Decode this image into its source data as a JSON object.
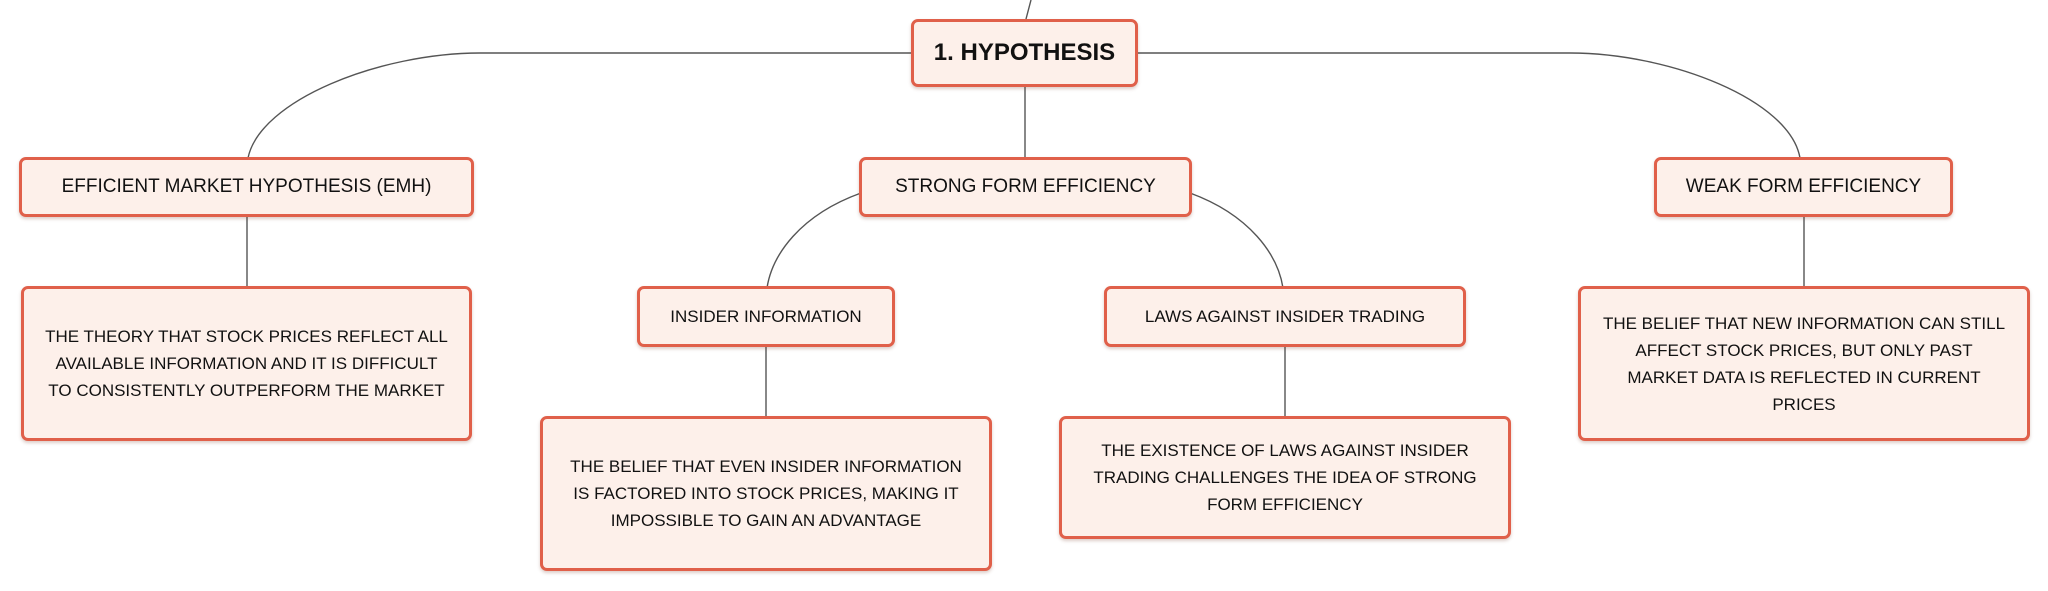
{
  "colors": {
    "node_border": "#e0604a",
    "node_fill": "#fdf0ea",
    "connector": "#555555",
    "text": "#111111"
  },
  "root": {
    "label": "1. HYPOTHESIS"
  },
  "branches": {
    "emh": {
      "label": "EFFICIENT MARKET HYPOTHESIS (EMH)",
      "detail": "THE THEORY THAT STOCK PRICES REFLECT ALL AVAILABLE INFORMATION AND IT IS DIFFICULT TO CONSISTENTLY OUTPERFORM THE MARKET"
    },
    "strong": {
      "label": "STRONG FORM EFFICIENCY",
      "children": {
        "insider": {
          "label": "INSIDER INFORMATION",
          "detail": "THE BELIEF THAT EVEN INSIDER INFORMATION IS FACTORED INTO STOCK PRICES, MAKING IT IMPOSSIBLE TO GAIN AN ADVANTAGE"
        },
        "laws": {
          "label": "LAWS AGAINST INSIDER TRADING",
          "detail": "THE EXISTENCE OF LAWS AGAINST INSIDER TRADING CHALLENGES THE IDEA OF STRONG FORM EFFICIENCY"
        }
      }
    },
    "weak": {
      "label": "WEAK FORM EFFICIENCY",
      "detail": "THE BELIEF THAT NEW INFORMATION CAN STILL AFFECT STOCK PRICES, BUT ONLY PAST MARKET DATA IS REFLECTED IN CURRENT PRICES"
    }
  }
}
